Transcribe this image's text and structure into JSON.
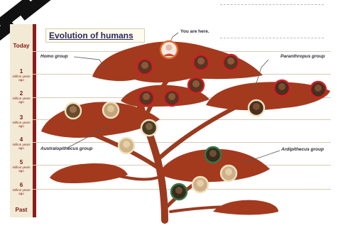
{
  "title": "Evolution of humans",
  "you_are_here": "You are here.",
  "timeline": [
    {
      "big": "Today",
      "small": ""
    },
    {
      "big": "1",
      "small": "million years ago"
    },
    {
      "big": "2",
      "small": "million years ago"
    },
    {
      "big": "3",
      "small": "million years ago"
    },
    {
      "big": "4",
      "small": "million years ago"
    },
    {
      "big": "5",
      "small": "million years ago"
    },
    {
      "big": "6",
      "small": "million years ago"
    },
    {
      "big": "Past",
      "small": ""
    }
  ],
  "groups": {
    "homo": "Homo group",
    "paranthropus": "Paranthropus group",
    "australopithecus": "Australopithecus group",
    "ardipithecus": "Ardipithecus group"
  },
  "colors": {
    "tree": "#a33a1e",
    "tree_dark": "#7e2614",
    "timeline_bar": "#8b1e1a",
    "ring_red": "#d21f26",
    "ring_cream": "#efe3bf",
    "ring_green": "#2e7a4a"
  }
}
